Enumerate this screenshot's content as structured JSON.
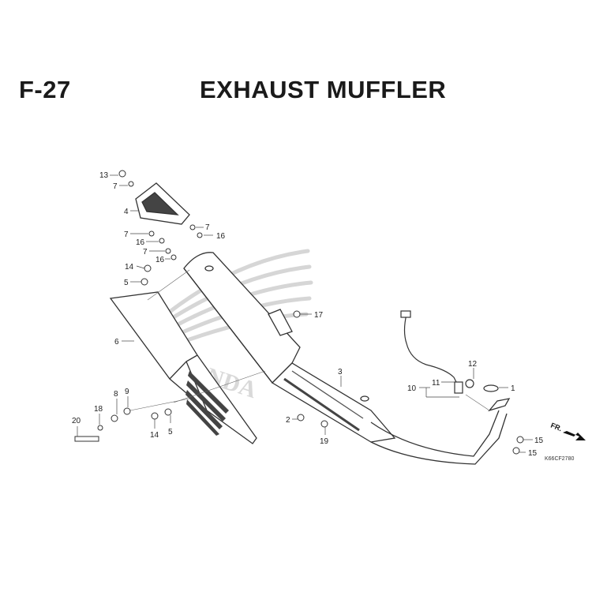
{
  "header": {
    "section_code": "F-27",
    "title": "EXHAUST MUFFLER"
  },
  "watermark": "HONDA",
  "direction_label": "FR.",
  "diagram_ref": "K66CF2780",
  "callouts": {
    "c1": "1",
    "c2": "2",
    "c3": "3",
    "c4": "4",
    "c5a": "5",
    "c5b": "5",
    "c6": "6",
    "c7a": "7",
    "c7b": "7",
    "c7c": "7",
    "c7d": "7",
    "c8": "8",
    "c9": "9",
    "c10": "10",
    "c11": "11",
    "c12": "12",
    "c13": "13",
    "c14a": "14",
    "c14b": "14",
    "c15a": "15",
    "c15b": "15",
    "c16a": "16",
    "c16b": "16",
    "c16c": "16",
    "c17": "17",
    "c18": "18",
    "c19": "19",
    "c20": "20"
  },
  "colors": {
    "line": "#333333",
    "fill": "#ffffff",
    "shade": "#c8c8c8",
    "watermark": "#d6d6d6"
  }
}
